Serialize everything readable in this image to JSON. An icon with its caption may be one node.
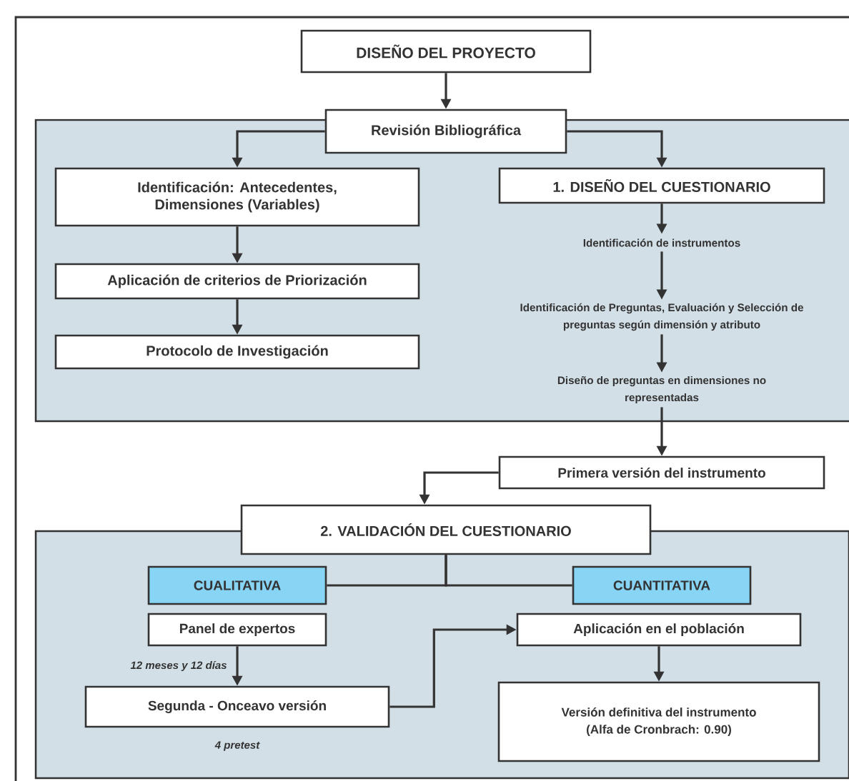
{
  "diagram": {
    "nodes": [
      {
        "text": [
          "DISEÑO DEL PROYECTO"
        ]
      },
      {
        "text": [],
        "shape": "box"
      },
      {
        "text": [
          "Revisión Bibliográfica"
        ]
      },
      {
        "text": [
          "Identificación: Antecedentes, Dimensiones (Variables)"
        ],
        "in": 1
      },
      {
        "text": [
          "Aplicación de criterios de Priorización"
        ],
        "in": 1
      },
      {
        "text": [
          "Protocolo de Investigación"
        ],
        "in": 1
      },
      {
        "text": [
          "1. DISEÑO DEL CUESTIONARIO"
        ],
        "in": 1
      },
      {
        "text": [
          "Identificación de instrumentos"
        ],
        "in": 1
      },
      {
        "text": [
          "Identificación de Preguntas, Evaluación y Selección de preguntas según dimensión y atributo"
        ],
        "in": 1
      },
      {
        "text": [
          "Diseño de preguntas en dimensiones no representadas"
        ],
        "in": 1
      },
      {
        "text": [
          "Primera versión del instrumento"
        ]
      },
      {
        "text": [
          "2. VALIDACIÓN DEL CUESTIONARIO"
        ]
      },
      {
        "text": [],
        "shape": "box"
      },
      {
        "text": [
          "CUALITATIVA"
        ],
        "in": 12
      },
      {
        "text": [
          "CUANTITATIVA"
        ],
        "in": 12
      },
      {
        "text": [
          "Panel de expertos"
        ],
        "in": 12
      },
      {
        "text": [
          "Segunda - Onceavo versión"
        ],
        "in": 12,
        "beside": [
          "4 pretest"
        ]
      },
      {
        "text": [
          "Aplicación en el población"
        ],
        "in": 12
      },
      {
        "text": [
          "Versión definitiva del instrumento (Alfa de Cronbrach: 0.90)"
        ],
        "in": 12
      }
    ],
    "edges": [
      {
        "from": 0,
        "to": 2,
        "arrow": "to"
      },
      {
        "from": 2,
        "to": 3,
        "arrow": "to"
      },
      {
        "from": 2,
        "to": 6,
        "arrow": "to"
      },
      {
        "from": 3,
        "to": 4,
        "arrow": "to"
      },
      {
        "from": 4,
        "to": 5,
        "arrow": "to"
      },
      {
        "from": 6,
        "to": 7,
        "arrow": "to"
      },
      {
        "from": 7,
        "to": 8,
        "arrow": "to"
      },
      {
        "from": 8,
        "to": 9,
        "arrow": "to"
      },
      {
        "from": 9,
        "to": 10,
        "arrow": "to"
      },
      {
        "from": 10,
        "to": 11,
        "arrow": "to"
      },
      {
        "from": 11,
        "to": 13,
        "arrow": "none"
      },
      {
        "from": 11,
        "to": 14,
        "arrow": "none"
      },
      {
        "from": 15,
        "to": 16,
        "arrow": "to",
        "label": "12 meses y 12 días"
      },
      {
        "from": 16,
        "to": 17,
        "arrow": "to"
      },
      {
        "from": 17,
        "to": 18,
        "arrow": "to"
      }
    ]
  }
}
